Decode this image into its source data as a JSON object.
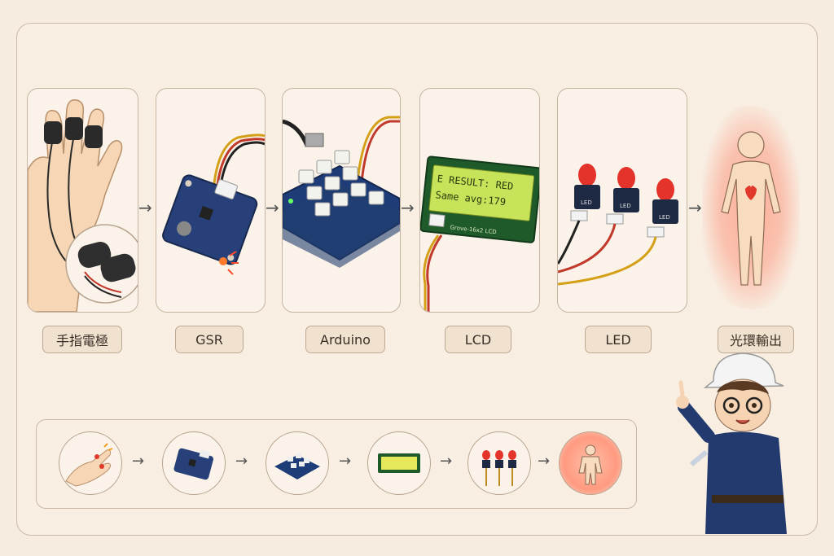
{
  "stages": [
    {
      "id": "electrode",
      "label": "手指電極",
      "icon": "finger-electrode-icon"
    },
    {
      "id": "gsr",
      "label": "GSR",
      "icon": "gsr-sensor-icon"
    },
    {
      "id": "arduino",
      "label": "Arduino",
      "icon": "arduino-board-icon"
    },
    {
      "id": "lcd",
      "label": "LCD",
      "icon": "lcd-module-icon"
    },
    {
      "id": "led",
      "label": "LED",
      "icon": "led-module-icon"
    },
    {
      "id": "aura",
      "label": "光環輸出",
      "icon": "aura-figure-icon"
    }
  ],
  "lcd": {
    "line1": "E RESULT: RED",
    "line2": "Same avg:179",
    "board_text": "Grove-16x2 LCD"
  },
  "led_boards": [
    "LED",
    "LED",
    "LED"
  ],
  "arrow_glyph": "→",
  "colors": {
    "background": "#f6ecdf",
    "label_bg": "#f1e2d0",
    "glow": "#ff6e50",
    "pcb_blue": "#27407a",
    "lcd_green": "#c6e35a"
  },
  "mascot": {
    "icon": "engineer-mascot-icon"
  }
}
